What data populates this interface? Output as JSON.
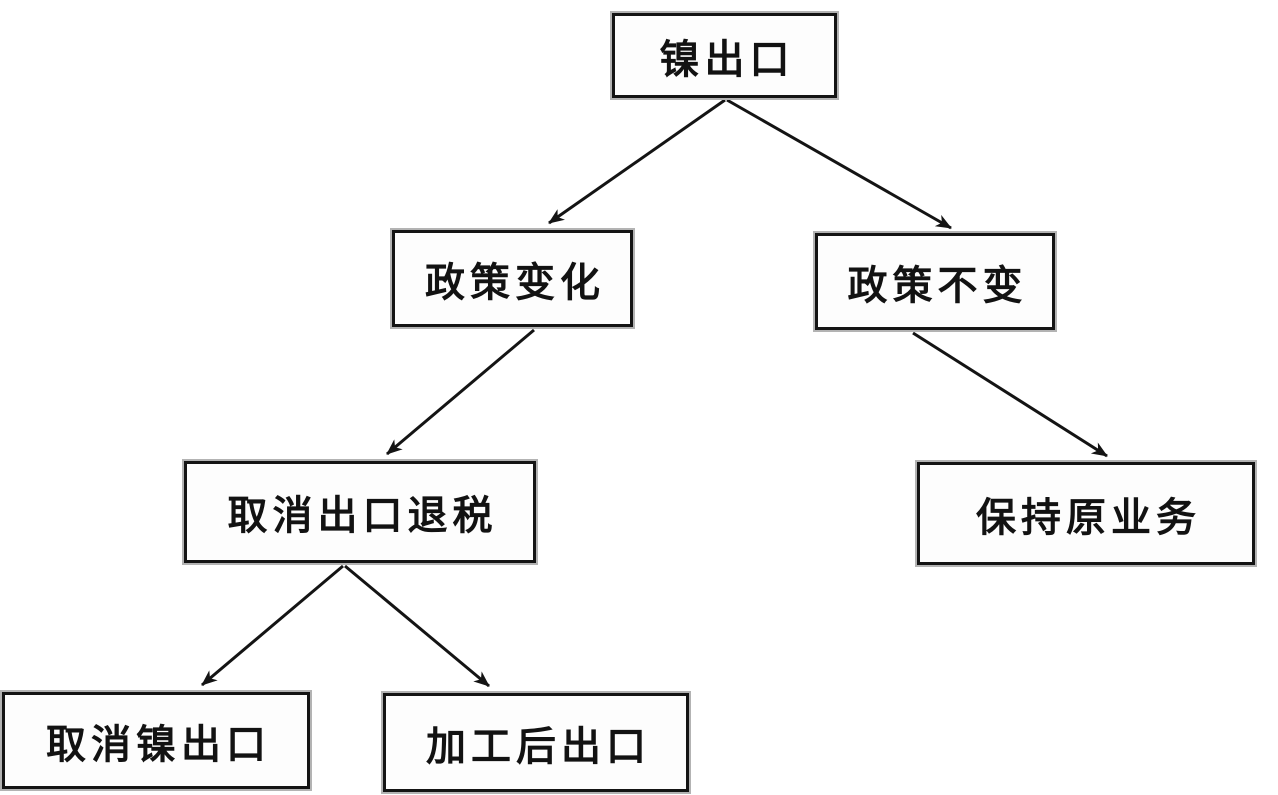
{
  "diagram": {
    "type": "decision-tree-flowchart",
    "nodes": [
      {
        "id": "nickel-export",
        "label": "镍出口"
      },
      {
        "id": "policy-change",
        "label": "政策变化"
      },
      {
        "id": "policy-unchanged",
        "label": "政策不变"
      },
      {
        "id": "cancel-export-rebate",
        "label": "取消出口退税"
      },
      {
        "id": "keep-original-business",
        "label": "保持原业务"
      },
      {
        "id": "cancel-nickel-export",
        "label": "取消镍出口"
      },
      {
        "id": "export-after-processing",
        "label": "加工后出口"
      }
    ],
    "edges": [
      {
        "from": "nickel-export",
        "to": "policy-change"
      },
      {
        "from": "nickel-export",
        "to": "policy-unchanged"
      },
      {
        "from": "policy-change",
        "to": "cancel-export-rebate"
      },
      {
        "from": "policy-unchanged",
        "to": "keep-original-business"
      },
      {
        "from": "cancel-export-rebate",
        "to": "cancel-nickel-export"
      },
      {
        "from": "cancel-export-rebate",
        "to": "export-after-processing"
      }
    ],
    "colors": {
      "background": "#ffffff",
      "box_fill": "#fdfdfd",
      "box_border": "#141414",
      "arrow": "#141414",
      "text": "#121212"
    }
  }
}
